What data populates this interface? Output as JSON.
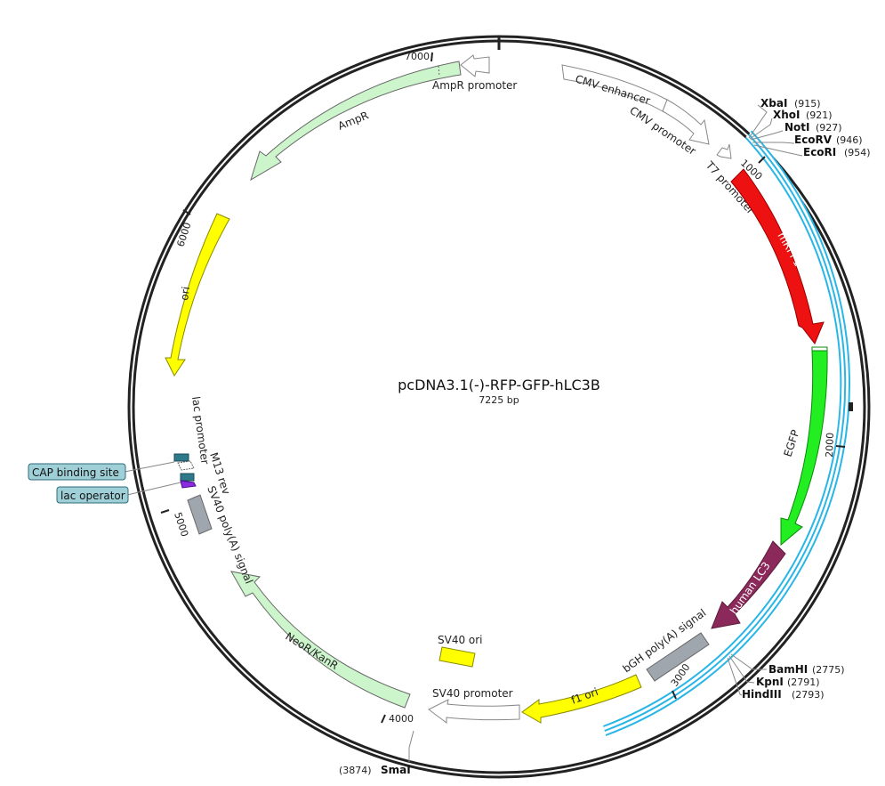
{
  "plasmid": {
    "name": "pcDNA3.1(-)-RFP-GFP-hLC3B",
    "length_label": "7225 bp"
  },
  "ticks": [
    "1000",
    "2000",
    "3000",
    "4000",
    "5000",
    "6000",
    "7000"
  ],
  "features": {
    "cmv_enhancer": "CMV enhancer",
    "cmv_promoter": "CMV promoter",
    "t7_promoter": "T7 promoter",
    "mrfp1": "mRFP1",
    "egfp": "EGFP",
    "human_lc3": "human LC3",
    "bgh": "bGH poly(A) signal",
    "f1_ori": "f1 ori",
    "sv40_promoter": "SV40 promoter",
    "sv40_ori": "SV40 ori",
    "neor": "NeoR/KanR",
    "sv40_polya": "SV40 poly(A) signal",
    "m13_rev": "M13 rev",
    "lac_promoter": "lac promoter",
    "ori": "ori",
    "ampr": "AmpR",
    "ampr_promoter": "AmpR promoter"
  },
  "sites": [
    {
      "name": "XbaI",
      "pos": "(915)"
    },
    {
      "name": "XhoI",
      "pos": "(921)"
    },
    {
      "name": "NotI",
      "pos": "(927)"
    },
    {
      "name": "EcoRV",
      "pos": "(946)"
    },
    {
      "name": "EcoRI",
      "pos": "(954)"
    },
    {
      "name": "BamHI",
      "pos": "(2775)"
    },
    {
      "name": "KpnI",
      "pos": "(2791)"
    },
    {
      "name": "HindIII",
      "pos": "(2793)"
    },
    {
      "name": "SmaI",
      "pos": "(3874)"
    }
  ],
  "tags": {
    "cap": "CAP binding site",
    "lac_operator": "lac operator"
  },
  "colors": {
    "backbone": "#222222",
    "insert_highlight": "#29b6e6",
    "mrfp1": "#ee1111",
    "egfp": "#22ee22",
    "human_lc3": "#8b2a5a",
    "yellow": "#ffff00",
    "light_green": "#ccf5cc",
    "gray": "#a0a6ad",
    "tag_fill": "#9fd0d8"
  }
}
